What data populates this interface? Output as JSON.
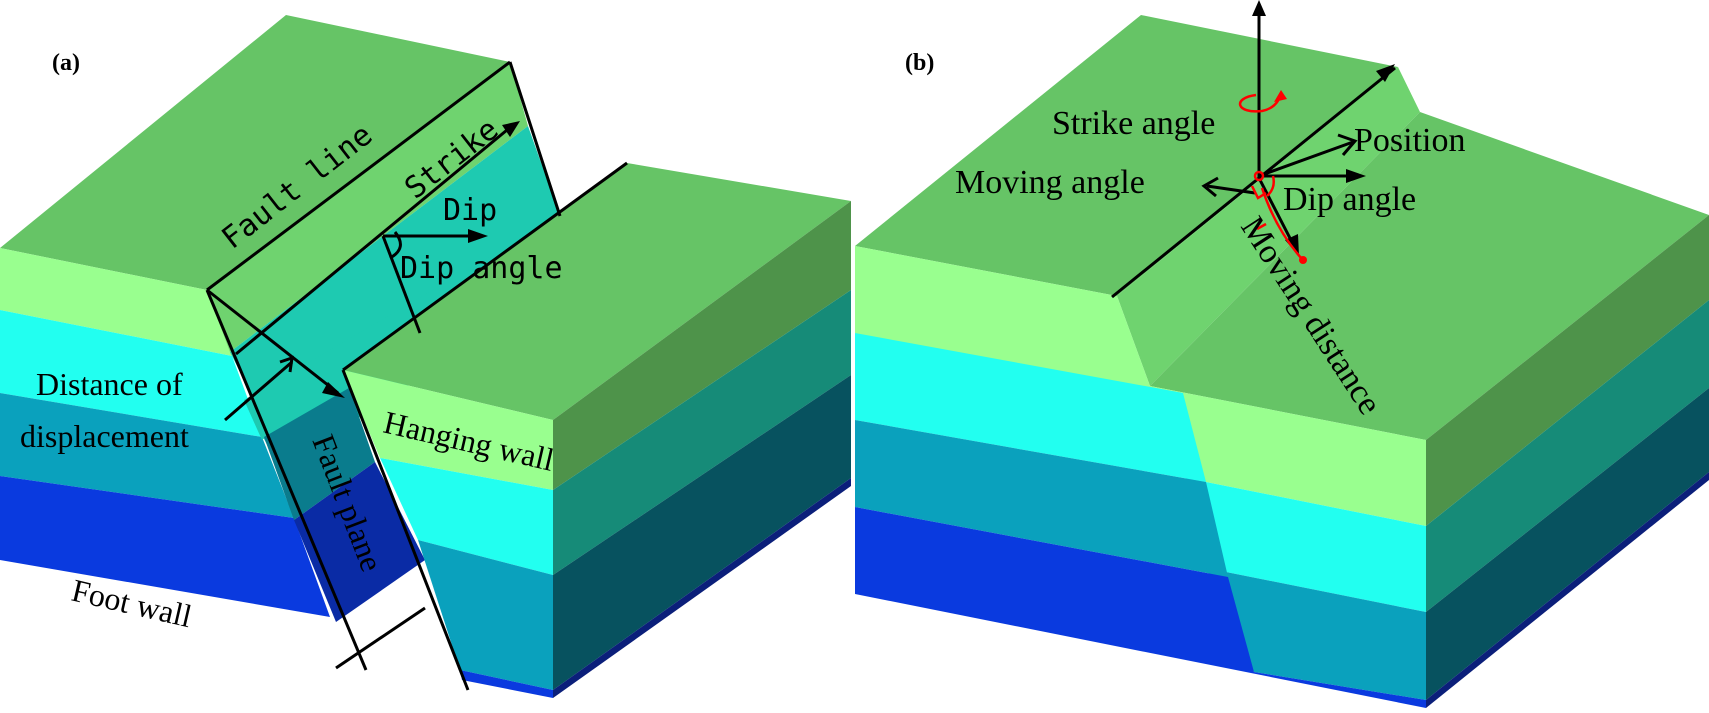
{
  "figure": {
    "panels": [
      {
        "id": "a",
        "tag": "(a)",
        "labels": {
          "fault_line": "Fault line",
          "strike": "Strike",
          "dip": "Dip",
          "dip_angle": "Dip angle",
          "distance_line1": "Distance of",
          "distance_line2": "displacement",
          "hanging_wall": "Hanging wall",
          "fault_plane": "Fault plane",
          "foot_wall": "Foot wall"
        }
      },
      {
        "id": "b",
        "tag": "(b)",
        "labels": {
          "strike_angle": "Strike angle",
          "position": "Position",
          "moving_angle": "Moving angle",
          "dip_angle": "Dip angle",
          "moving_distance": "Moving distance"
        }
      }
    ],
    "layer_colors": {
      "top_surface": "#66c466",
      "top_surface_light": "#6fd36f",
      "layer1": "#99ff8f",
      "layer2": "#22fff0",
      "layer3": "#0aa1bd",
      "layer4": "#0a3adf",
      "side_top": "#4e934a",
      "side_l2": "#168b78",
      "side_l3": "#07525f",
      "side_l4": "#0b1f7a",
      "fault_plane_green": "#6fd36f",
      "fault_plane_teal": "#1ecab1",
      "fault_plane_dark": "#0a7c8d",
      "fault_plane_blue": "#0a2ba5",
      "annotation_red": "#ff0000"
    }
  }
}
